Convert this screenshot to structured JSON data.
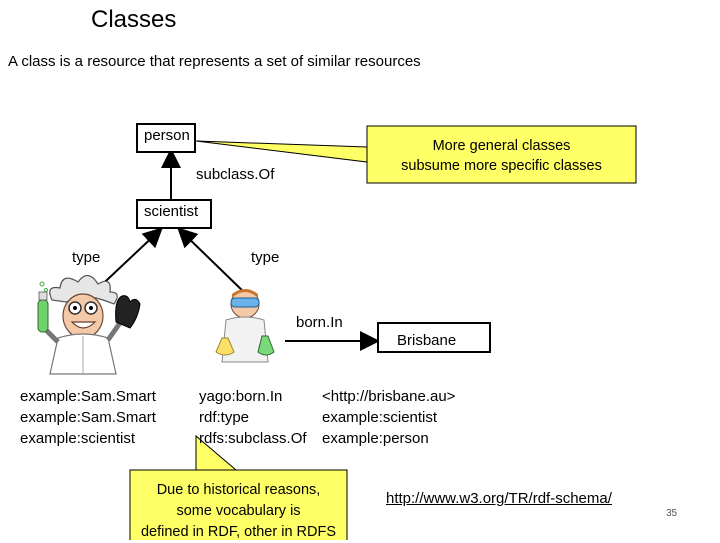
{
  "title": "Classes",
  "subtitle": "A class is a resource that represents a set of similar resources",
  "nodes": {
    "person": "person",
    "scientist": "scientist",
    "brisbane": "Brisbane"
  },
  "edge_labels": {
    "subclass_of": "subclass.Of",
    "type_left": "type",
    "type_right": "type",
    "born_in": "born.In"
  },
  "callouts": {
    "general": [
      "More general classes",
      "subsume more specific classes"
    ],
    "historical": [
      "Due to historical reasons,",
      "some vocabulary is",
      "defined in RDF, other in RDFS"
    ]
  },
  "triples": {
    "subjects": [
      "example:Sam.Smart",
      "example:Sam.Smart",
      "example:scientist"
    ],
    "predicates": [
      "yago:born.In",
      "rdf:type",
      "rdfs:subclass.Of"
    ],
    "objects": [
      "<http://brisbane.au>",
      "example:scientist",
      "example:person"
    ]
  },
  "link": "http://www.w3.org/TR/rdf-schema/",
  "page_number": "35",
  "icons": [
    "mad-scientist-icon",
    "lab-scientist-icon"
  ]
}
